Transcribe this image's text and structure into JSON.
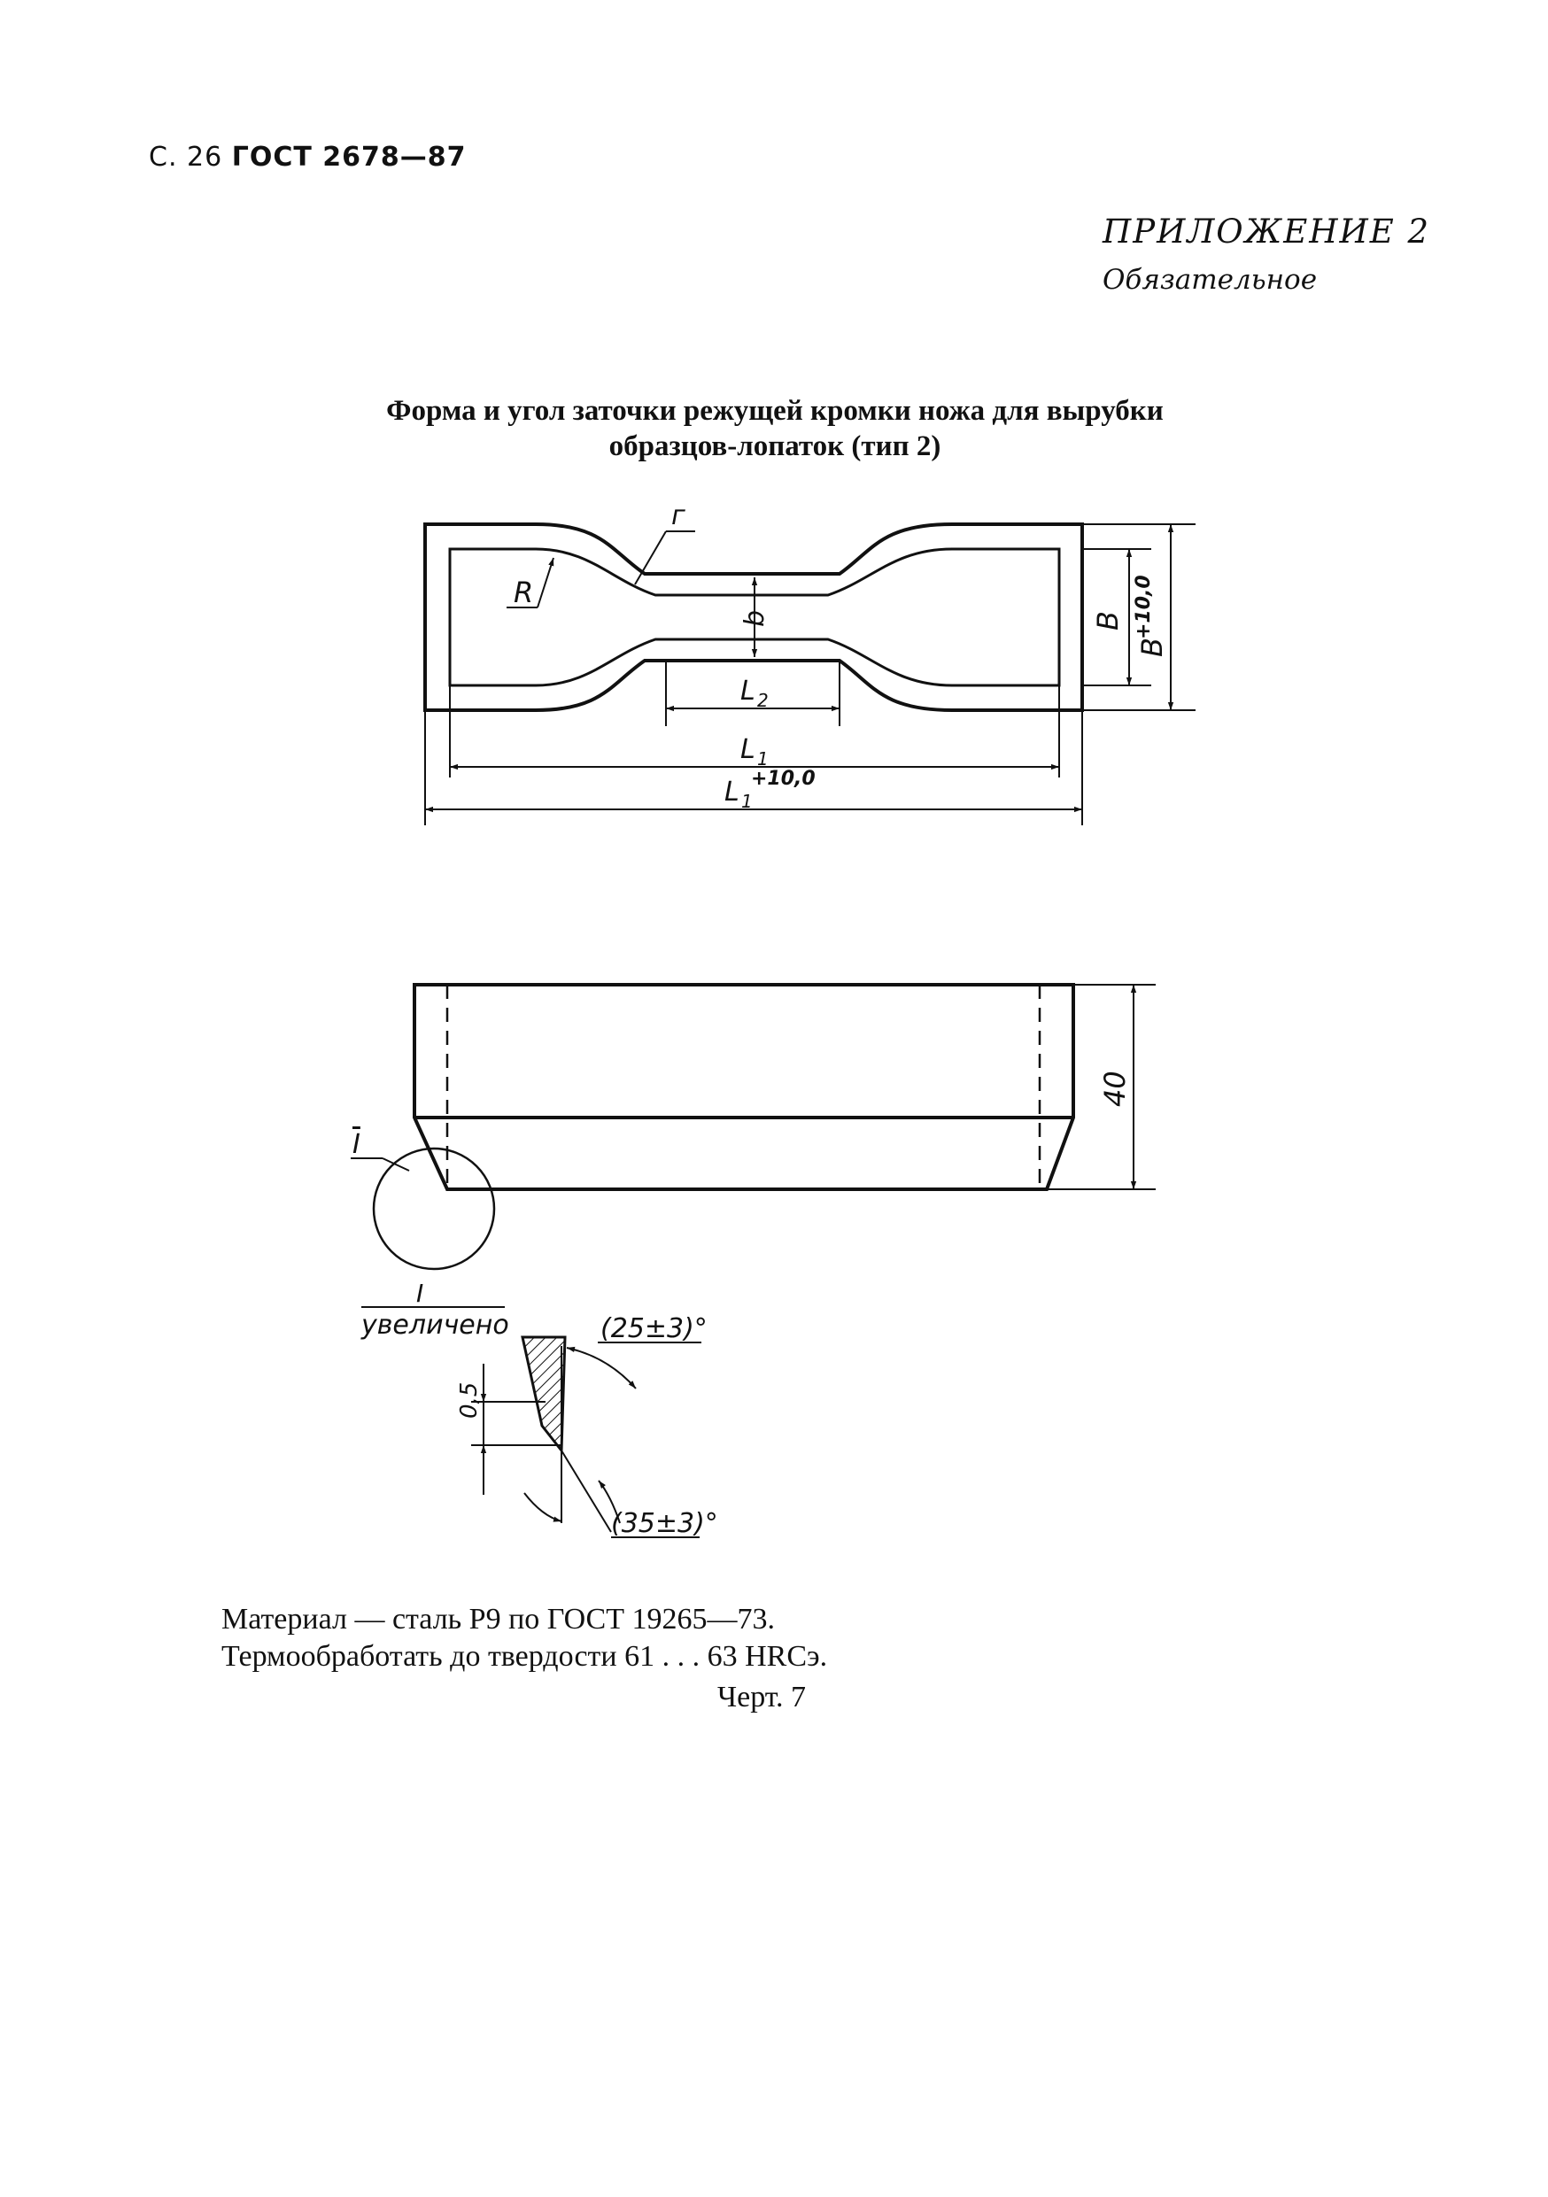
{
  "header": {
    "page_number": "С. 26",
    "standard": "ГОСТ 2678—87"
  },
  "appendix": {
    "title": "ПРИЛОЖЕНИЕ 2",
    "status": "Обязательное"
  },
  "figure": {
    "caption_line1": "Форма и угол заточки режущей кромки ножа для вырубки",
    "caption_line2": "образцов-лопаток (тип 2)",
    "labels": {
      "r": "г",
      "R": "R",
      "b": "b",
      "B": "B",
      "B_tol": "B",
      "B_tol_sup": "+10,0",
      "L2": "L",
      "L2_sub": "2",
      "L1": "L",
      "L1_sub": "1",
      "L1_tol": "L",
      "L1_tol_sub": "1",
      "L1_tol_sup": "+10,0",
      "height": "40",
      "detail_mark": "I",
      "detail_title": "I",
      "detail_note": "увеличено",
      "edge_width": "0,5",
      "angle_top": "(25±3)°",
      "angle_bottom": "(35±3)°"
    },
    "number": "Черт. 7"
  },
  "notes": {
    "material": "Материал — сталь Р9 по ГОСТ 19265—73.",
    "hardness": "Термообработать до твердости 61 . . . 63 HRCэ."
  }
}
